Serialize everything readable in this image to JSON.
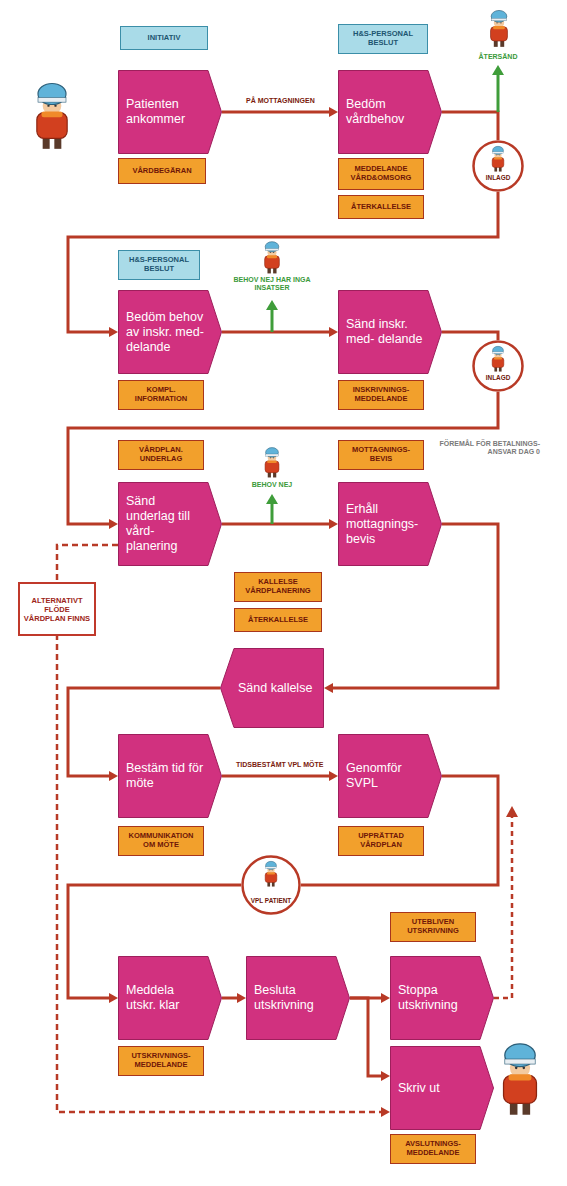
{
  "diagram": {
    "nodes": [
      {
        "text": [
          "INITIATIV"
        ]
      },
      {
        "text": [
          "Patienten ankommer"
        ]
      },
      {
        "text": [
          "VÅRDBEGÄRAN"
        ]
      },
      {
        "text": [
          "H&S-PERSONAL BESLUT"
        ]
      },
      {
        "text": [
          "Bedöm vårdbehov"
        ]
      },
      {
        "text": [
          "MEDDELANDE VÅRD&OMSORG"
        ]
      },
      {
        "text": [
          "ÅTERKALLELSE"
        ]
      },
      {
        "text": [
          "INLAGD"
        ]
      },
      {
        "text": [
          "H&S-PERSONAL BESLUT"
        ]
      },
      {
        "text": [
          "Bedöm behov av inskr. med- delande"
        ]
      },
      {
        "text": [
          "KOMPL. INFORMATION"
        ]
      },
      {
        "text": [
          "Sänd inskr. med- delande"
        ]
      },
      {
        "text": [
          "INSKRIVNINGS- MEDDELANDE"
        ]
      },
      {
        "text": [
          "INLAGD"
        ]
      },
      {
        "text": [
          "VÅRDPLAN. UNDERLAG"
        ]
      },
      {
        "text": [
          "Sänd underlag till vård- planering"
        ]
      },
      {
        "text": [
          "MOTTAGNINGS- BEVIS"
        ]
      },
      {
        "text": [
          "Erhåll mottagnings- bevis"
        ]
      },
      {
        "text": [
          "ALTERNATIVT FLÖDE VÅRDPLAN FINNS"
        ]
      },
      {
        "text": [
          "KALLELSE VÅRDPLANERING"
        ]
      },
      {
        "text": [
          "ÅTERKALLELSE"
        ]
      },
      {
        "text": [
          "Sänd kallelse"
        ]
      },
      {
        "text": [
          "Bestäm tid för möte"
        ]
      },
      {
        "text": [
          "KOMMUNIKATION OM MÖTE"
        ]
      },
      {
        "text": [
          "Genomför SVPL"
        ]
      },
      {
        "text": [
          "UPPRÄTTAD VÅRDPLAN"
        ]
      },
      {
        "text": [
          "VPL PATIENT"
        ]
      },
      {
        "text": [
          "Meddela utskr. klar"
        ]
      },
      {
        "text": [
          "UTSKRIVNINGS- MEDDELANDE"
        ]
      },
      {
        "text": [
          "Besluta utskrivning"
        ]
      },
      {
        "text": [
          "UTEBLIVEN UTSKRIVNING"
        ]
      },
      {
        "text": [
          "Stoppa utskrivning"
        ]
      },
      {
        "text": [
          "Skriv ut"
        ]
      },
      {
        "text": [
          "AVSLUTNINGS- MEDDELANDE"
        ]
      }
    ],
    "edges": [
      {
        "from": 1,
        "to": 4,
        "label": "PÅ MOTTAGNINGEN",
        "arrow": "to"
      },
      {
        "from": 4,
        "to": 7,
        "arrow": "none"
      },
      {
        "from": 7,
        "to": 9,
        "arrow": "to"
      },
      {
        "from": 9,
        "to": 11,
        "arrow": "to"
      },
      {
        "from": 11,
        "to": 13,
        "arrow": "none"
      },
      {
        "from": 13,
        "to": 15,
        "arrow": "to"
      },
      {
        "from": 15,
        "to": 17,
        "arrow": "to"
      },
      {
        "from": 17,
        "to": 21,
        "arrow": "to"
      },
      {
        "from": 21,
        "to": 22,
        "arrow": "to"
      },
      {
        "from": 22,
        "to": 24,
        "label": "TIDSBESTÄMT VPL MÖTE",
        "arrow": "to"
      },
      {
        "from": 24,
        "to": 26,
        "arrow": "none"
      },
      {
        "from": 26,
        "to": 27,
        "arrow": "to"
      },
      {
        "from": 27,
        "to": 29,
        "arrow": "to"
      },
      {
        "from": 29,
        "to": 31,
        "arrow": "to"
      },
      {
        "from": 29,
        "to": 32,
        "arrow": "to"
      },
      {
        "from": 15,
        "to": 32,
        "arrow": "to"
      }
    ],
    "labels": [
      "ÅTERSÄND",
      "BEHOV NEJ HAR INGA INSATSER",
      "BEHOV NEJ",
      "FÖREMÅL FÖR BETALNINGS- ANSVAR DAG 0"
    ]
  }
}
